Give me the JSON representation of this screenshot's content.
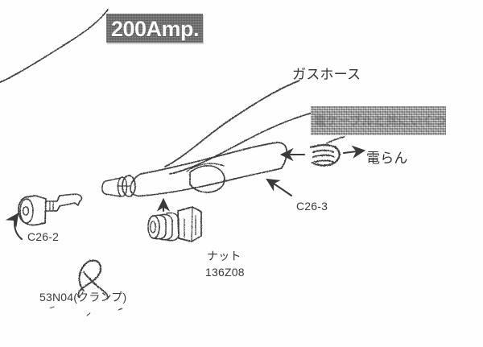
{
  "document": {
    "kind": "scanned-parts-diagram",
    "subject": "welding torch (MIG gun) exploded parts view",
    "background_color": "#fefefe",
    "ink_color": "#3a3a3a"
  },
  "badge": {
    "name": "amp-rating-badge",
    "text": "200Amp.",
    "background_color": "#6e6e6e",
    "text_color": "#fbfbfb"
  },
  "redacted": {
    "name": "obscured-annotation-strip",
    "text": "",
    "ghost_text": "電ケーブルと共にいくつか",
    "background_color": "#a9a9a9",
    "note": "illegible smudged text block"
  },
  "labels": {
    "gas_hose": "ガスホース",
    "denran": "電らん",
    "c26_3": "C26-3",
    "c26_2": "C26-2",
    "nut_jp": "ナット",
    "nut_code": "136Z08",
    "clamp": "53N04(クランプ)"
  },
  "drawing": {
    "parts": [
      {
        "name": "torch-body",
        "label_ref": "c26_3"
      },
      {
        "name": "contact-tip",
        "label_ref": "c26_2"
      },
      {
        "name": "nut-fitting",
        "label_ref": "nut_code"
      },
      {
        "name": "clamp-symbol",
        "label_ref": "clamp"
      },
      {
        "name": "gas-hose-lines",
        "label_ref": "gas_hose"
      },
      {
        "name": "power-cable-symbol",
        "label_ref": "denran"
      }
    ],
    "arrows": [
      {
        "name": "arrow-to-torch-body",
        "direction": "left"
      },
      {
        "name": "arrow-to-cable",
        "direction": "right"
      },
      {
        "name": "arrow-leader-c26-3",
        "direction": "up-left"
      },
      {
        "name": "arrow-leader-c26-2",
        "direction": "up"
      },
      {
        "name": "arrow-leader-nut",
        "direction": "up"
      }
    ]
  }
}
